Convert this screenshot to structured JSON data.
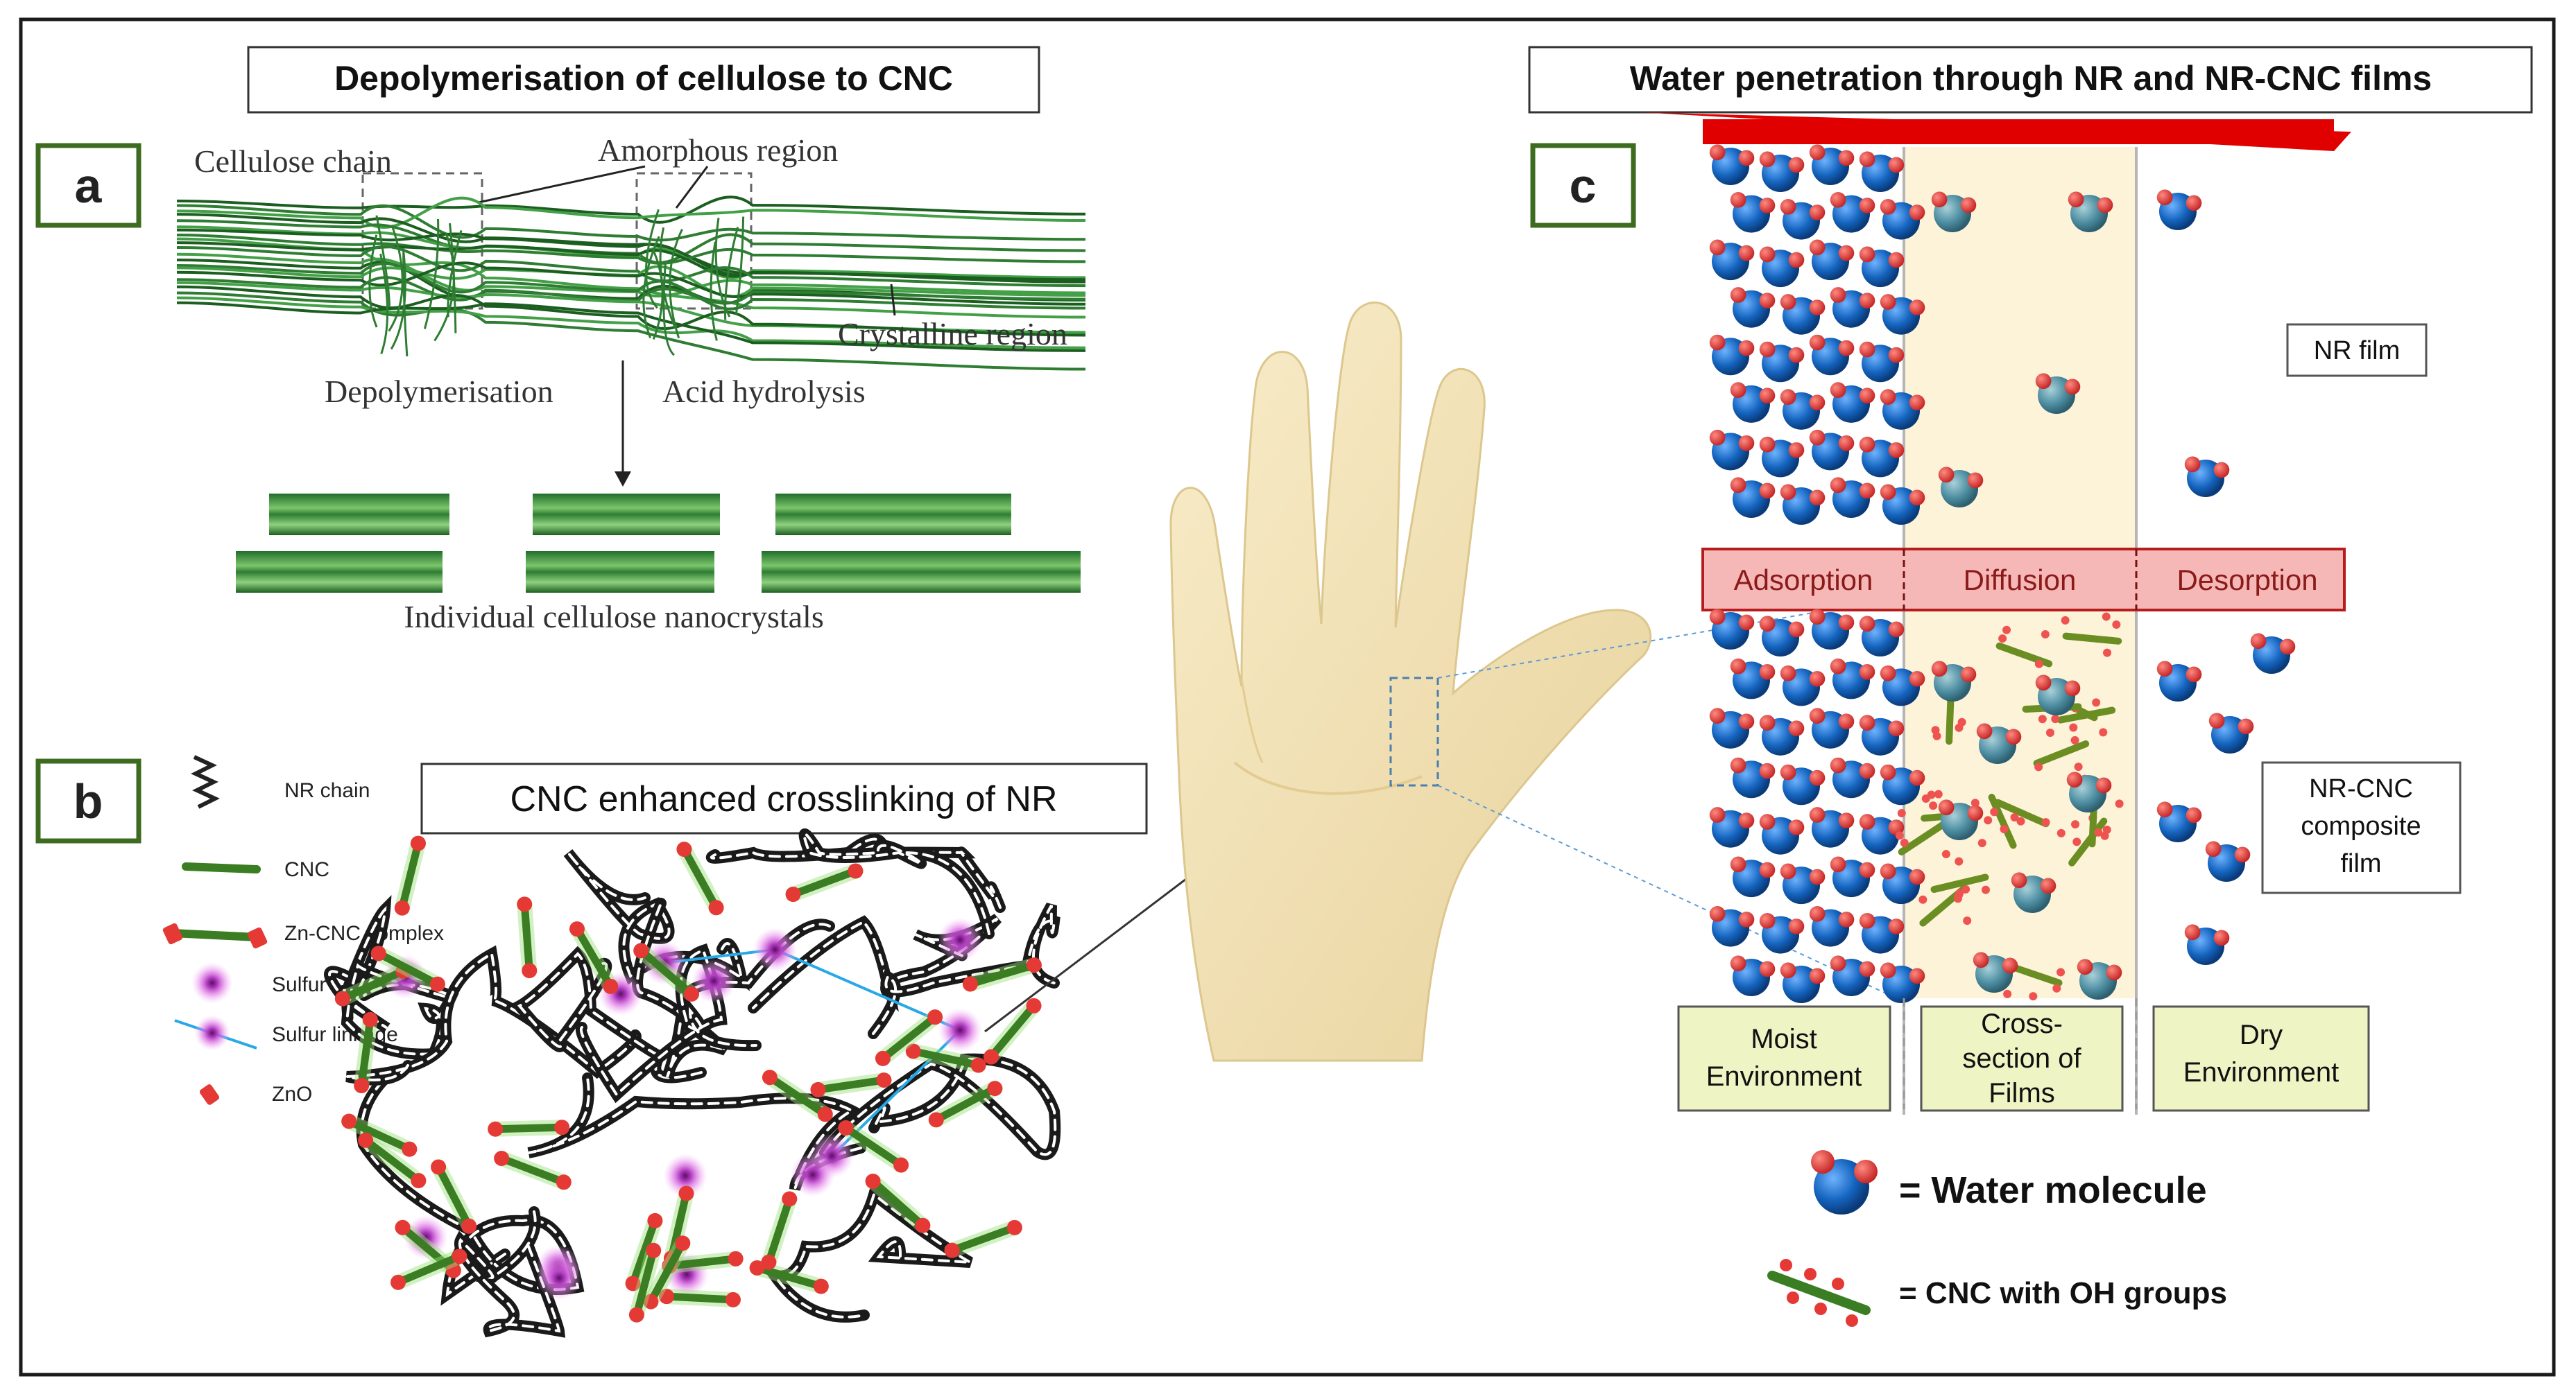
{
  "panel_a": {
    "title": "Depolymerisation of cellulose to CNC",
    "badge": "a",
    "cellulose_chain": "Cellulose chain",
    "amorphous_region": "Amorphous region",
    "crystalline_region": "Crystalline region",
    "depolymerisation": "Depolymerisation",
    "acid_hydrolysis": "Acid hydrolysis",
    "nanocrystals": "Individual cellulose nanocrystals"
  },
  "panel_b": {
    "badge": "b",
    "title": "CNC enhanced crosslinking of NR",
    "legend": [
      {
        "key": "nr_chain",
        "label": "NR chain"
      },
      {
        "key": "cnc",
        "label": "CNC"
      },
      {
        "key": "zn_cnc",
        "label": "Zn-CNC complex"
      },
      {
        "key": "sulfur",
        "label": "Sulfur"
      },
      {
        "key": "sulfur_linkage",
        "label": "Sulfur linkage"
      },
      {
        "key": "zno",
        "label": "ZnO"
      }
    ]
  },
  "panel_c": {
    "badge": "c",
    "title": "Water penetration through NR and NR-CNC films",
    "nr_film": "NR film",
    "nrcnc_film_lines": [
      "NR-CNC",
      "composite",
      "film"
    ],
    "stages": [
      "Adsorption",
      "Diffusion",
      "Desorption"
    ],
    "moist_lines": [
      "Moist",
      "Environment"
    ],
    "cross_lines": [
      "Cross-",
      "section of",
      "Films"
    ],
    "dry_lines": [
      "Dry",
      "Environment"
    ],
    "key_water": "= Water molecule",
    "key_cnc": "= CNC with OH groups"
  },
  "colors": {
    "frame": "#1a1a1a",
    "badge_border": "#3d6b1f",
    "cellulose_green": "#2e7d32",
    "water_blue": "#1565c0",
    "water_red": "#e53935",
    "film_fill": "#fdf3d8",
    "stage_fill": "#f6b7b7",
    "label_fill": "#eef4c4",
    "glove": "#f3e2b3",
    "arrow_red": "#e00000",
    "sulfur_glow": "#e27ae8"
  }
}
